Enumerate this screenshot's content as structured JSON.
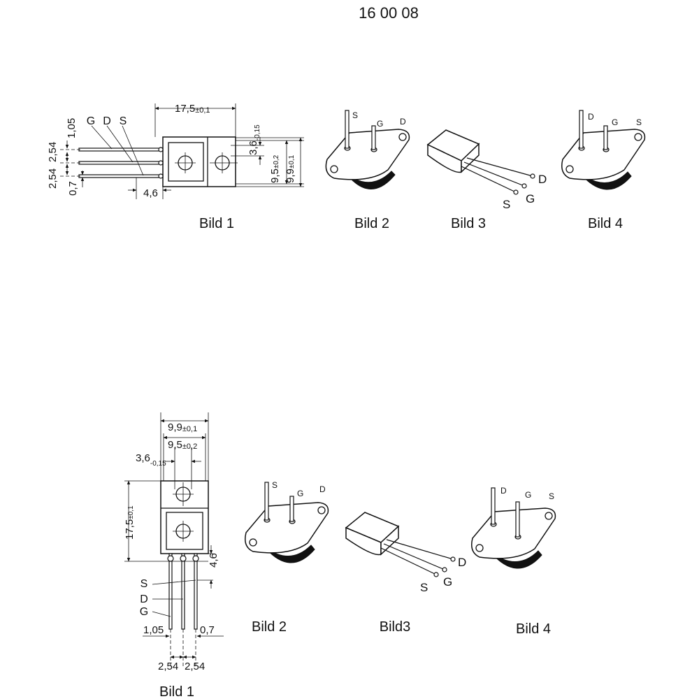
{
  "page": {
    "header_number": "16 00 08"
  },
  "top_row": {
    "pin_labels": {
      "g": "G",
      "d": "D",
      "s": "S"
    },
    "dims": {
      "len_main": "17,5",
      "len_tol": "±0,1",
      "hole_main": "3,6",
      "hole_tol": "-0,15",
      "w1_main": "9,5",
      "w1_tol": "±0,2",
      "w2_main": "9,9",
      "w2_tol": "±0,1",
      "d105": "1,05",
      "d254a": "2,54",
      "d254b": "2,54",
      "d07": "0,7",
      "d46": "4,6"
    },
    "captions": {
      "fig1": "Bild 1",
      "fig2": "Bild 2",
      "fig3": "Bild 3",
      "fig4": "Bild 4"
    },
    "fig2_pins": {
      "s": "S",
      "g": "G",
      "d": "D"
    },
    "fig3_pins": {
      "d": "D",
      "g": "G",
      "s": "S"
    },
    "fig4_pins": {
      "d": "D",
      "g": "G",
      "s": "S"
    }
  },
  "bottom_row": {
    "pin_labels": {
      "s": "S",
      "d": "D",
      "g": "G"
    },
    "dims": {
      "w2_main": "9,9",
      "w2_tol": "±0,1",
      "w1_main": "9,5",
      "w1_tol": "±0,2",
      "hole_main": "3,6",
      "hole_tol": "-0,15",
      "len_main": "17,5",
      "len_tol": "±0,1",
      "d46": "4,6",
      "d105": "1,05",
      "d07": "0,7",
      "d254a": "2,54",
      "d254b": "2,54"
    },
    "captions": {
      "fig1": "Bild 1",
      "fig2": "Bild 2",
      "fig3": "Bild3",
      "fig4": "Bild 4"
    },
    "fig2_pins": {
      "s": "S",
      "g": "G",
      "d": "D"
    },
    "fig3_pins": {
      "d": "D",
      "g": "G",
      "s": "S"
    },
    "fig4_pins": {
      "d": "D",
      "g": "G",
      "s": "S"
    }
  }
}
